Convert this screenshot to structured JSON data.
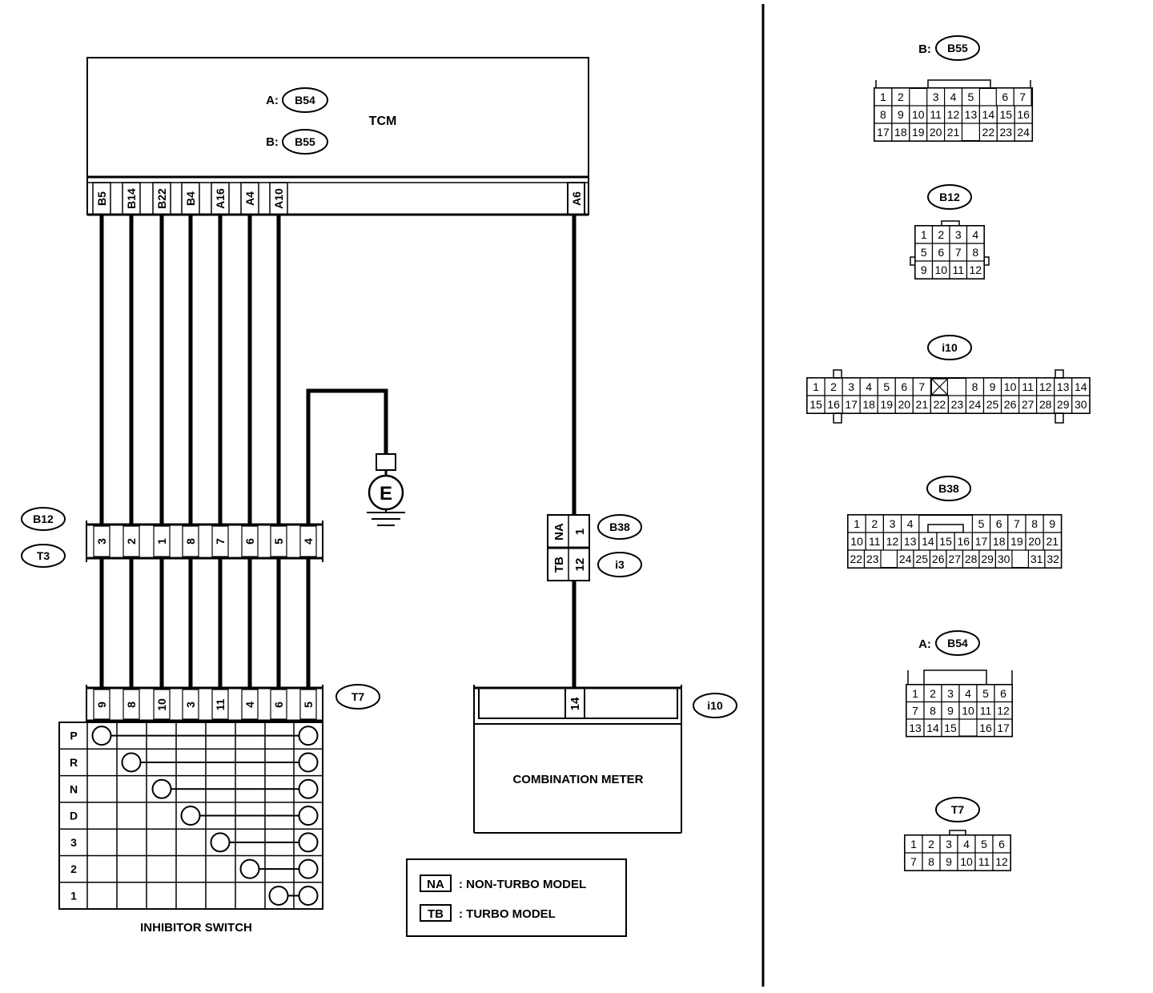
{
  "tcm": {
    "title": "TCM",
    "conn_a": {
      "prefix": "A:",
      "code": "B54"
    },
    "conn_b": {
      "prefix": "B:",
      "code": "B55"
    },
    "pins": [
      "B5",
      "B14",
      "B22",
      "B4",
      "A16",
      "A4",
      "A10"
    ],
    "pin_a6": "A6"
  },
  "mid_connector": {
    "codes": [
      "B12",
      "T3"
    ],
    "pins": [
      "3",
      "2",
      "1",
      "8",
      "7",
      "6",
      "5",
      "4"
    ]
  },
  "ground": {
    "label": "E"
  },
  "inline_connector": {
    "na": "NA",
    "tb": "TB",
    "na_pin": "1",
    "tb_pin": "12",
    "codes": [
      "B38",
      "i3"
    ]
  },
  "inhibitor": {
    "code": "T7",
    "pins": [
      "9",
      "8",
      "10",
      "3",
      "11",
      "4",
      "6",
      "5"
    ],
    "positions": [
      "P",
      "R",
      "N",
      "D",
      "3",
      "2",
      "1"
    ],
    "label": "INHIBITOR SWITCH"
  },
  "meter": {
    "code": "i10",
    "pin": "14",
    "label": "COMBINATION METER"
  },
  "legend": {
    "na_box": "NA",
    "na_text": ": NON-TURBO MODEL",
    "tb_box": "TB",
    "tb_text": ": TURBO MODEL"
  },
  "faces": {
    "b55": {
      "prefix": "B:",
      "code": "B55",
      "rows": [
        [
          "1",
          "2",
          "",
          "3",
          "4",
          "5",
          "6",
          "7"
        ],
        [
          "8",
          "9",
          "10",
          "11",
          "12",
          "13",
          "14",
          "15",
          "16"
        ],
        [
          "17",
          "18",
          "19",
          "20",
          "21",
          "",
          "22",
          "23",
          "24"
        ]
      ]
    },
    "b12": {
      "code": "B12",
      "rows": [
        [
          "1",
          "2",
          "3",
          "4"
        ],
        [
          "5",
          "6",
          "7",
          "8"
        ],
        [
          "9",
          "10",
          "11",
          "12"
        ]
      ]
    },
    "i10": {
      "code": "i10",
      "row1": [
        "1",
        "2",
        "3",
        "4",
        "5",
        "6",
        "7",
        "",
        "8",
        "9",
        "10",
        "11",
        "12",
        "13",
        "14"
      ],
      "row2": [
        "15",
        "16",
        "17",
        "18",
        "19",
        "20",
        "21",
        "22",
        "23",
        "24",
        "25",
        "26",
        "27",
        "28",
        "29",
        "30"
      ]
    },
    "b38": {
      "code": "B38",
      "row1": [
        "1",
        "2",
        "3",
        "4",
        "",
        "",
        "",
        "5",
        "6",
        "7",
        "8",
        "9"
      ],
      "row2": [
        "10",
        "11",
        "12",
        "13",
        "14",
        "15",
        "16",
        "17",
        "18",
        "19",
        "20",
        "21"
      ],
      "row3": [
        "22",
        "23",
        "",
        "24",
        "25",
        "26",
        "27",
        "28",
        "29",
        "30",
        "",
        "31",
        "32"
      ]
    },
    "b54": {
      "prefix": "A:",
      "code": "B54",
      "rows": [
        [
          "1",
          "2",
          "3",
          "4",
          "5",
          "6"
        ],
        [
          "7",
          "8",
          "9",
          "10",
          "11",
          "12"
        ],
        [
          "13",
          "14",
          "15",
          "",
          "16",
          "17"
        ]
      ]
    },
    "t7": {
      "code": "T7",
      "rows": [
        [
          "1",
          "2",
          "3",
          "4",
          "5",
          "6"
        ],
        [
          "7",
          "8",
          "9",
          "10",
          "11",
          "12"
        ]
      ]
    }
  }
}
